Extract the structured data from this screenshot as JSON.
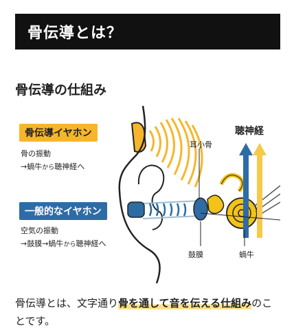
{
  "banner": {
    "title": "骨伝導とは？"
  },
  "section": {
    "title": "骨伝導の仕組み"
  },
  "figure": {
    "bone_tag": "骨伝導イヤホン",
    "bone_desc_line1": "骨の振動",
    "bone_desc_line2_a": "→蝸牛",
    "bone_desc_line2_small": "から",
    "bone_desc_line2_b": "聴神経へ",
    "air_tag_a": "一般的",
    "air_tag_small": "な",
    "air_tag_b": "イヤホン",
    "air_desc_line1": "空気の振動",
    "air_desc_line2_a": "→鼓膜→蝸牛",
    "air_desc_line2_small": "から",
    "air_desc_line2_b": "聴神経へ",
    "label_ossicles": "耳小骨",
    "label_eardrum": "鼓膜",
    "label_cochlea": "蝸牛",
    "label_nerve": "聴神経",
    "colors": {
      "bone": "#f6b62b",
      "air": "#2e6ca6",
      "cochlea": "#f2c318"
    }
  },
  "body": {
    "text_a": "骨伝導とは、文字通り",
    "text_highlight_1": "骨を通して音を伝える仕組み",
    "text_b": "のことです。"
  }
}
